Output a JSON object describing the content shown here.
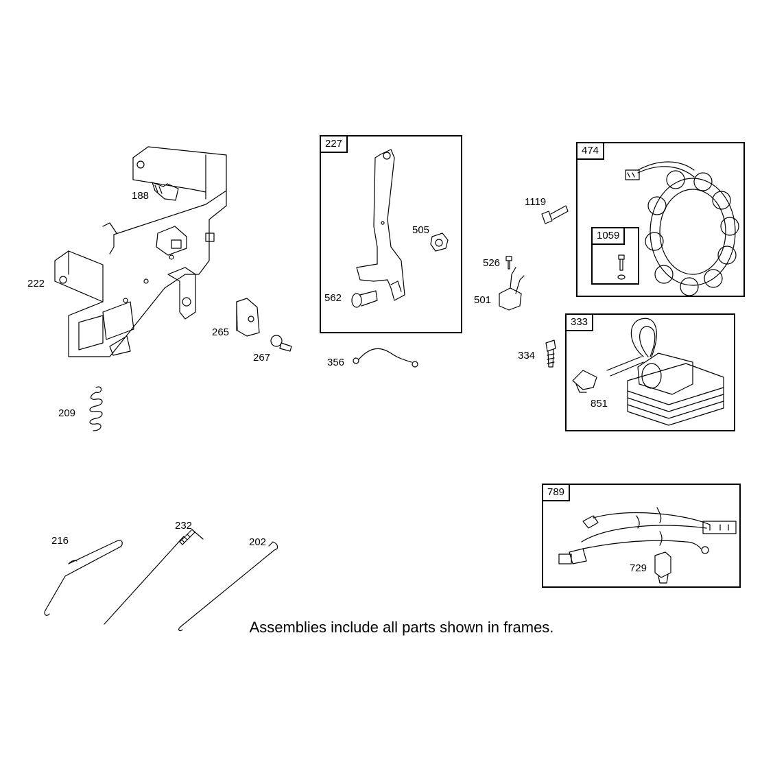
{
  "labels": {
    "p188": "188",
    "p222": "222",
    "p265": "265",
    "p267": "267",
    "p209": "209",
    "p505": "505",
    "p562": "562",
    "p356": "356",
    "p1119": "1119",
    "p526": "526",
    "p501": "501",
    "p334": "334",
    "p851": "851",
    "p729": "729",
    "p216": "216",
    "p232": "232",
    "p202": "202"
  },
  "frames": {
    "f227": "227",
    "f474": "474",
    "f1059": "1059",
    "f333": "333",
    "f789": "789"
  },
  "caption": "Assemblies include all parts shown in frames."
}
